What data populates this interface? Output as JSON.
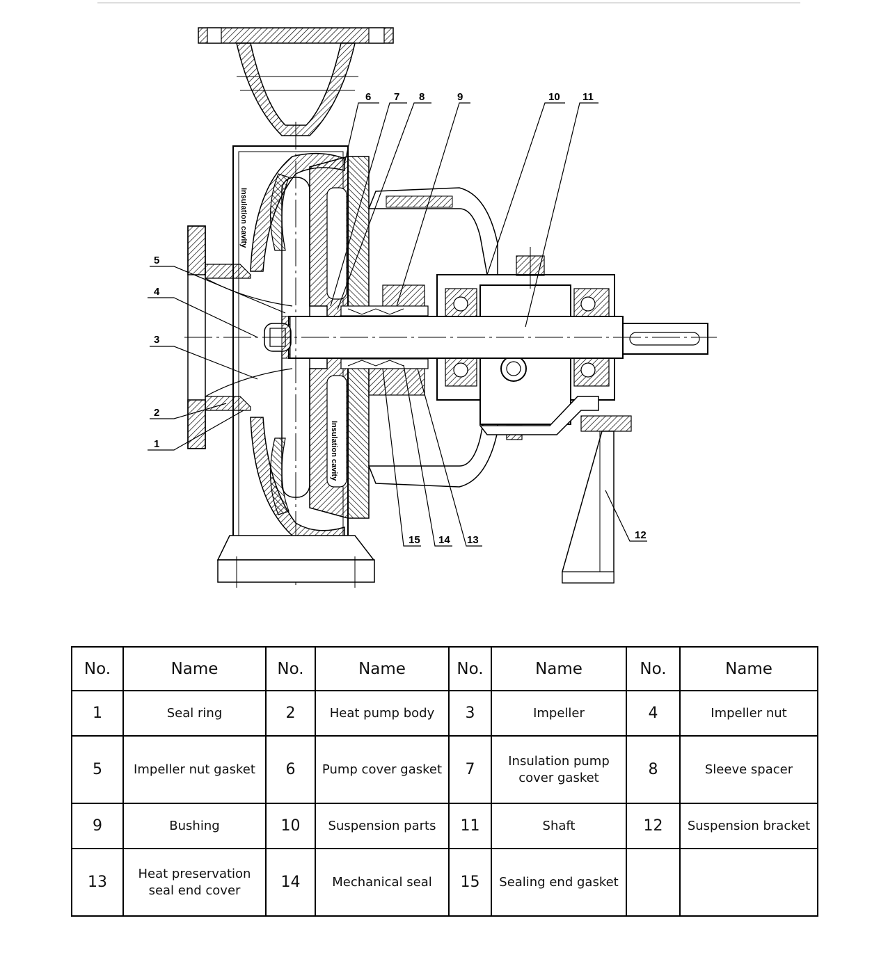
{
  "diagram": {
    "callouts": [
      "1",
      "2",
      "3",
      "4",
      "5",
      "6",
      "7",
      "8",
      "9",
      "10",
      "11",
      "12",
      "13",
      "14",
      "15"
    ],
    "cavity_labels": {
      "upper": "Insulation cavity",
      "lower": "Insulation cavity"
    }
  },
  "table": {
    "headers": [
      "No.",
      "Name",
      "No.",
      "Name",
      "No.",
      "Name",
      "No.",
      "Name"
    ],
    "rows": [
      [
        {
          "no": "1",
          "name": "Seal ring"
        },
        {
          "no": "2",
          "name": "Heat pump body"
        },
        {
          "no": "3",
          "name": "Impeller"
        },
        {
          "no": "4",
          "name": "Impeller nut"
        }
      ],
      [
        {
          "no": "5",
          "name": "Impeller nut gasket"
        },
        {
          "no": "6",
          "name": "Pump cover gasket"
        },
        {
          "no": "7",
          "name": "Insulation pump cover gasket"
        },
        {
          "no": "8",
          "name": "Sleeve spacer"
        }
      ],
      [
        {
          "no": "9",
          "name": "Bushing"
        },
        {
          "no": "10",
          "name": "Suspension parts"
        },
        {
          "no": "11",
          "name": "Shaft"
        },
        {
          "no": "12",
          "name": "Suspension bracket"
        }
      ],
      [
        {
          "no": "13",
          "name": "Heat preservation seal end cover"
        },
        {
          "no": "14",
          "name": "Mechanical seal"
        },
        {
          "no": "15",
          "name": "Sealing end gasket"
        },
        {
          "no": "",
          "name": ""
        }
      ]
    ]
  }
}
